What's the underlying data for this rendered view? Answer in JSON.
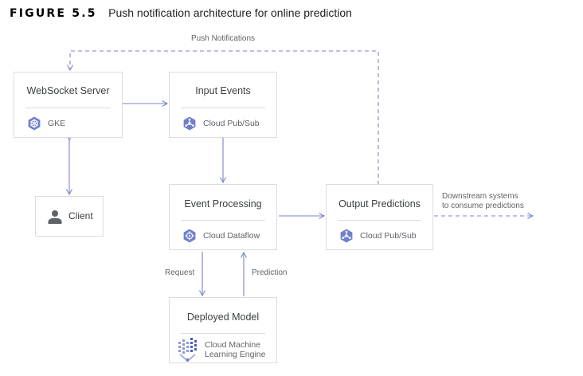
{
  "figure": {
    "number": "FIGURE 5.5",
    "title": "Push notification architecture for online prediction"
  },
  "nodes": {
    "websocket": {
      "title": "WebSocket Server",
      "service": "GKE",
      "icon": "kubernetes-hex-icon"
    },
    "input_events": {
      "title": "Input Events",
      "service": "Cloud Pub/Sub",
      "icon": "pubsub-hex-icon"
    },
    "client": {
      "title": "Client",
      "icon": "person-icon"
    },
    "event_processing": {
      "title": "Event Processing",
      "service": "Cloud Dataflow",
      "icon": "dataflow-hex-icon"
    },
    "output_predictions": {
      "title": "Output Predictions",
      "service": "Cloud Pub/Sub",
      "icon": "pubsub-hex-icon"
    },
    "deployed_model": {
      "title": "Deployed Model",
      "service_line1": "Cloud Machine",
      "service_line2": "Learning Engine",
      "icon": "ml-engine-icon"
    }
  },
  "edge_labels": {
    "push_notifications": "Push Notifications",
    "request": "Request",
    "prediction": "Prediction",
    "downstream_line1": "Downstream systems",
    "downstream_line2": "to consume predictions"
  },
  "colors": {
    "arrow": "#7986cb",
    "icon_fill": "#6f7fce",
    "box_border": "#dadce0"
  }
}
